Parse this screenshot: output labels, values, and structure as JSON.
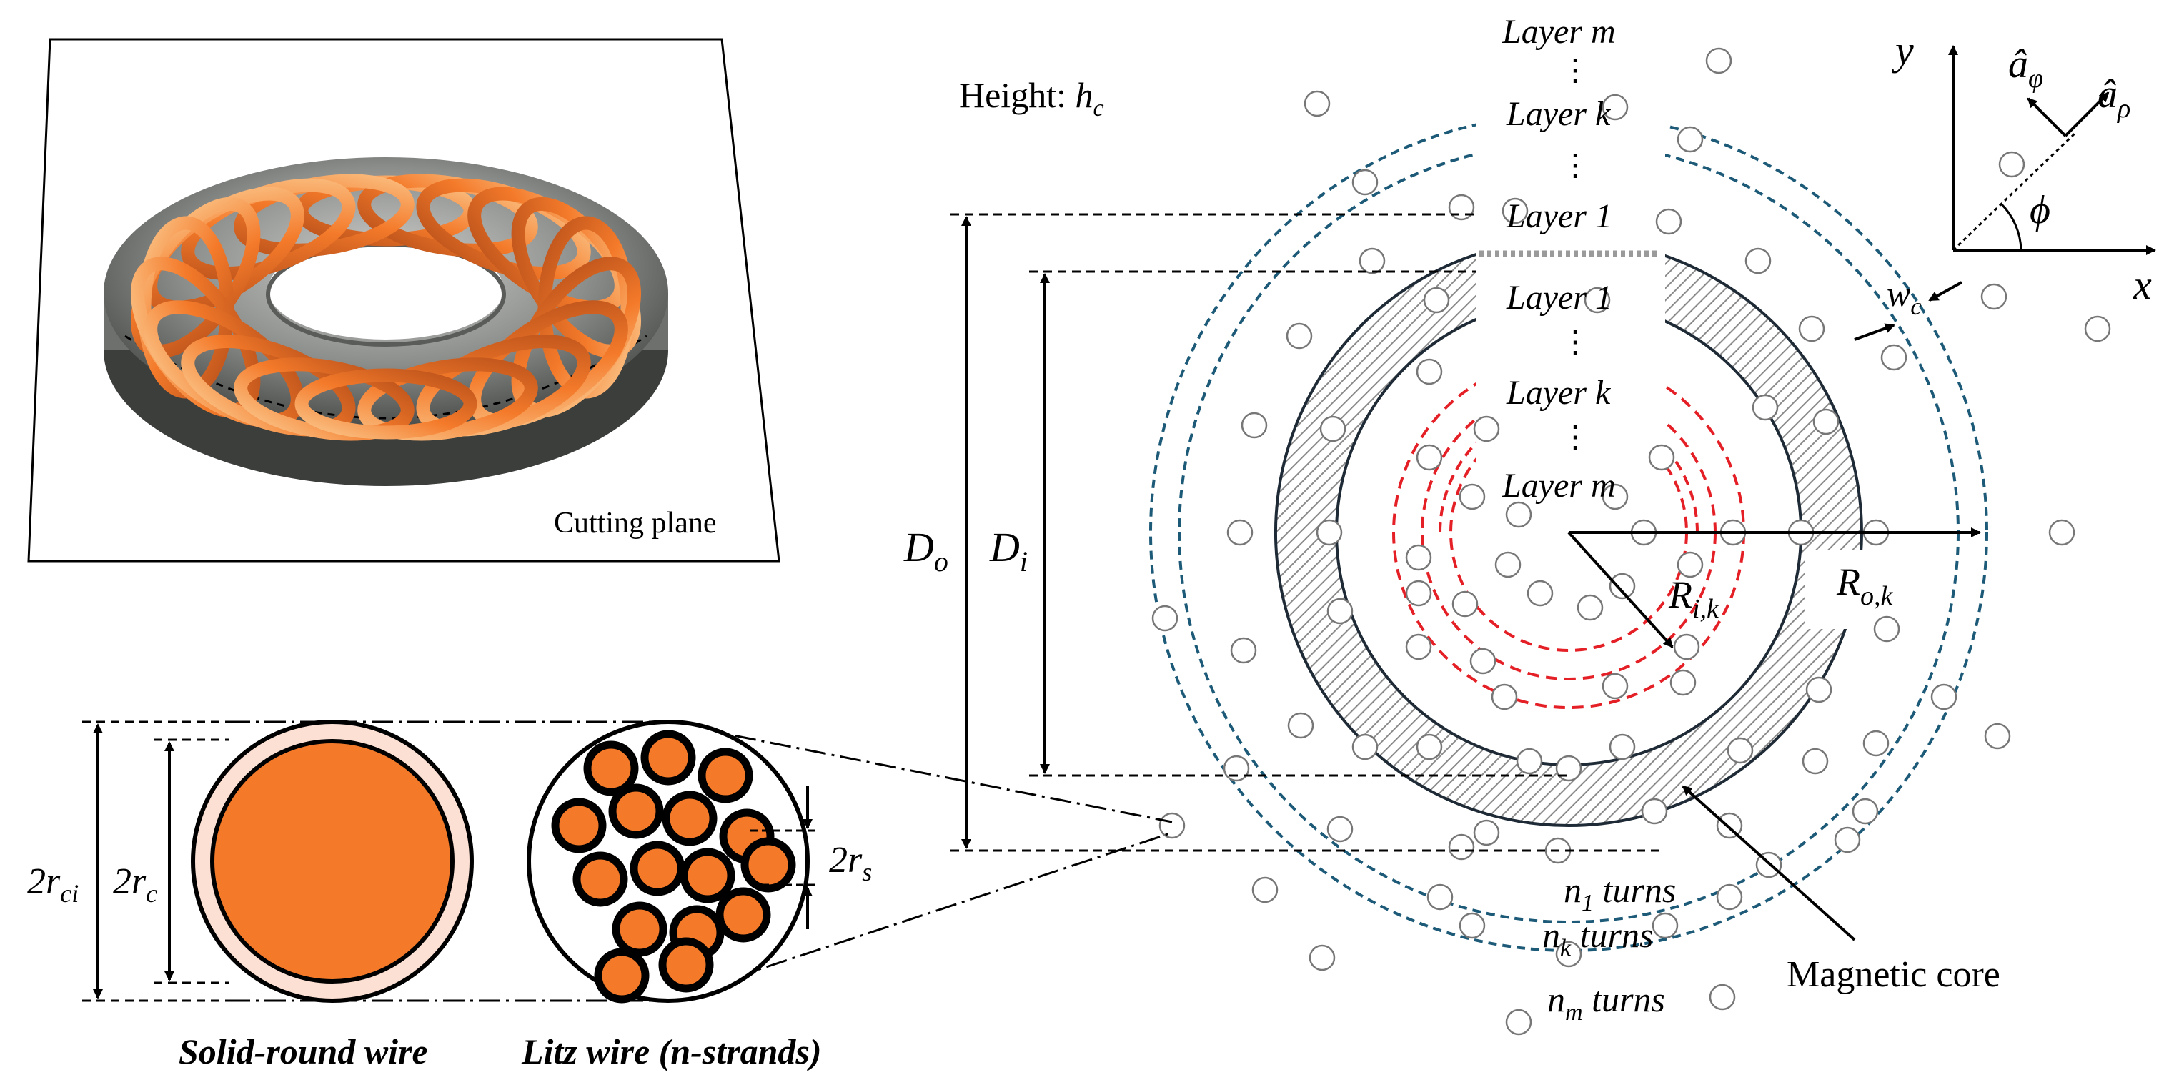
{
  "labels": {
    "cutting_plane": "Cutting plane",
    "height_prefix": "Height: ",
    "height_sym": "h",
    "height_sub": "c",
    "layer_m": "Layer m",
    "layer_k": "Layer k",
    "layer_1": "Layer 1",
    "dots": "⋮",
    "D_o": "D",
    "D_o_sub": "o",
    "D_i": "D",
    "D_i_sub": "i",
    "R_ik": "R",
    "R_ik_sub": "i,k",
    "R_ok": "R",
    "R_ok_sub": "o,k",
    "w_c": "w",
    "w_c_sub": "c",
    "n1_turns": "n",
    "n1_sub": "1",
    "nk_sub": "k",
    "nm_sub": "m",
    "turns_word": " turns",
    "magnetic_core": "Magnetic core",
    "two_r_ci": "2r",
    "two_r_ci_sub": "ci",
    "two_r_c": "2r",
    "two_r_c_sub": "c",
    "two_r_s": "2r",
    "two_r_s_sub": "s",
    "solid_wire": "Solid-round wire",
    "litz_wire": "Litz wire (n-strands)",
    "axis_x": "x",
    "axis_y": "y",
    "a_phi": "â",
    "a_phi_sub": "φ",
    "a_rho": "â",
    "a_rho_sub": "ρ",
    "phi": "ϕ"
  },
  "colors": {
    "copper": "#f47a2a",
    "copper_light": "#f9b26a",
    "insulation": "#fce0d4",
    "core_gray": "#8c8e8c",
    "core_dark": "#4a4c4a",
    "teal_dash": "#1c5a78",
    "red_dash": "#e41f26",
    "core_ring": "#1e2a36"
  }
}
